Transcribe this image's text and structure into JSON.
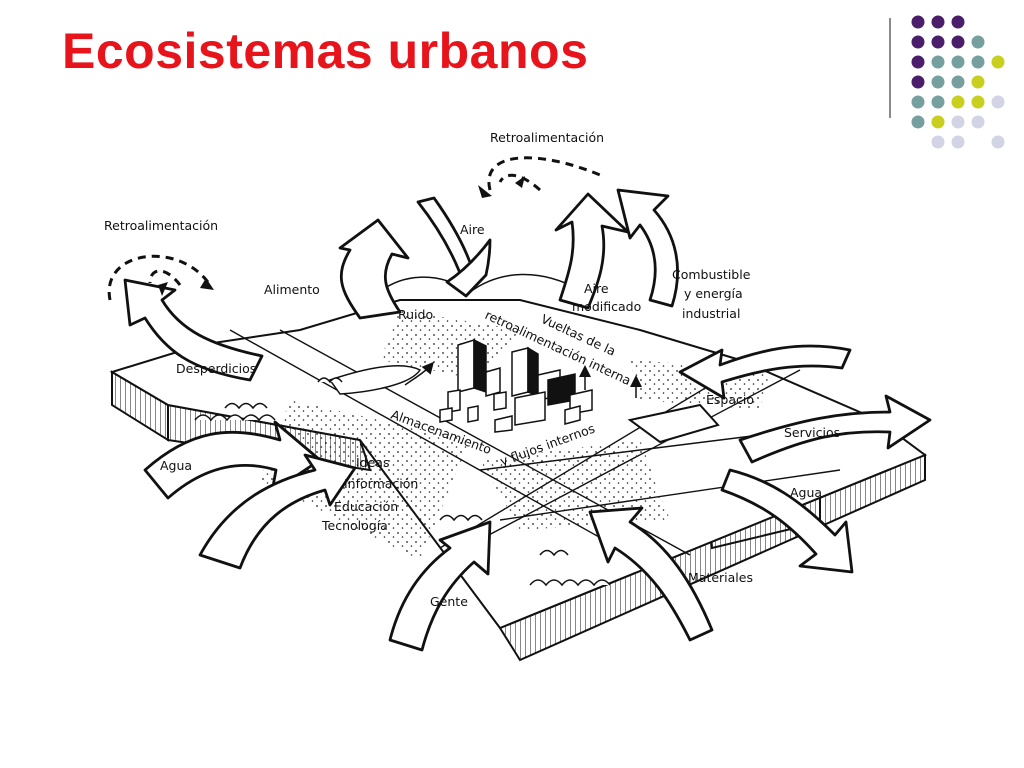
{
  "slide": {
    "title": "Ecosistemas urbanos"
  },
  "diagram": {
    "labels": {
      "retro_top": "Retroalimentación",
      "retro_left": "Retroalimentación",
      "aire": "Aire",
      "aire_mod_1": "Aire",
      "aire_mod_2": "modificado",
      "alimento": "Alimento",
      "ruido": "Ruido",
      "combustible_1": "Combustible",
      "combustible_2": "y energía",
      "combustible_3": "industrial",
      "vueltas_1": "Vueltas de la",
      "vueltas_2": "retroalimentación interna",
      "desperdicios": "Desperdicios",
      "espacio": "Espacio",
      "servicios": "Servicios",
      "almac_1": "Almacenamiento",
      "almac_2": "y flujos internos",
      "agua_left": "Agua",
      "agua_right": "Agua",
      "ideas": "Ideas",
      "informacion": "Información",
      "educacion": "Educación",
      "tecnologia": "Tecnología",
      "materiales": "Materiales",
      "gente": "Gente"
    }
  },
  "palette": {
    "title_color": "#e8141c",
    "purple": "#4b1e6b",
    "teal": "#76a0a0",
    "lime": "#c8cf1e",
    "lavender": "#d3d3e6"
  }
}
